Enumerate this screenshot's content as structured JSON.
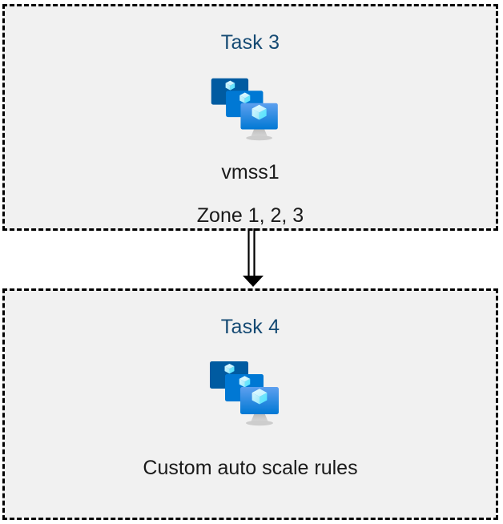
{
  "diagram": {
    "type": "flow",
    "background_color": "#ffffff",
    "box_fill_color": "#f1f1f1",
    "box_border_color": "#000000",
    "box_border_style": "dashed",
    "title_color": "#154a73",
    "caption_color": "#1a1a1a",
    "connector_color": "#000000",
    "nodes": [
      {
        "id": "task3",
        "title": "Task 3",
        "icon": "azure-virtual-machine-scale-set-icon",
        "caption_line1": "vmss1",
        "caption_line2": "Zone 1, 2, 3"
      },
      {
        "id": "task4",
        "title": "Task 4",
        "icon": "azure-virtual-machine-scale-set-icon",
        "caption_line1": "Custom auto scale rules",
        "caption_line2": ""
      }
    ],
    "connector": {
      "from": "task3",
      "to": "task4",
      "style": "double-line-arrow",
      "direction": "down"
    },
    "icon_colors": {
      "monitor_back": "#005ba1",
      "monitor_middle": "#0078d4",
      "monitor_front_top": "#5ea0ef",
      "monitor_front_bottom": "#0078d4",
      "cube_light": "#c3f1ff",
      "cube_mid": "#9cebff",
      "cube_dark": "#50e6ff",
      "stand": "#b3b3b3"
    }
  }
}
